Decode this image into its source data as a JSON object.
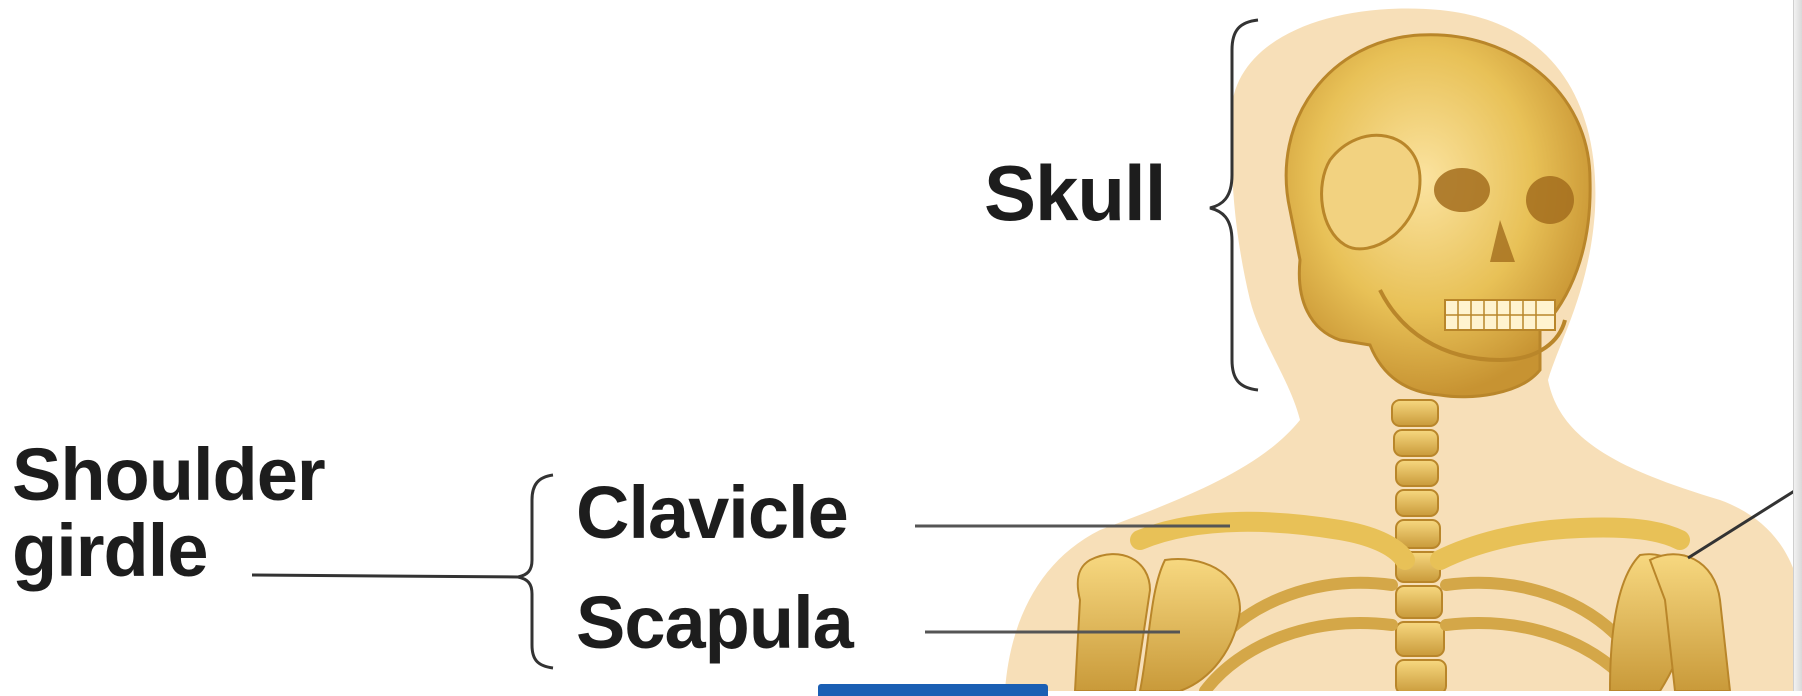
{
  "diagram": {
    "labels": {
      "skull": "Skull",
      "shoulder_girdle_line1": "Shoulder",
      "shoulder_girdle_line2": "girdle",
      "clavicle": "Clavicle",
      "scapula": "Scapula"
    },
    "colors": {
      "bone": "#e8c157",
      "bone_dark": "#b9862a",
      "skin": "#f7dfb8",
      "text": "#1d1d1d",
      "line": "#555555"
    },
    "icons": [
      "skeleton-illustration"
    ]
  }
}
